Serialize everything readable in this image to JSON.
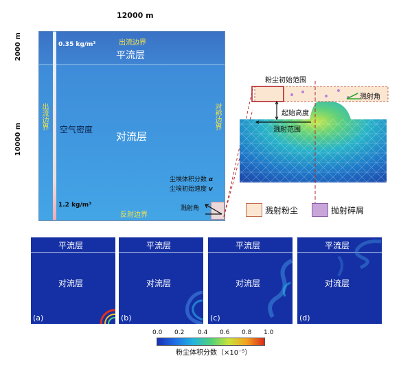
{
  "domain": {
    "width_label": "12000 m",
    "top_height_label": "2000 m",
    "main_height_label": "10000 m",
    "density_top": "0.35 kg/m³",
    "density_bottom": "1.2 kg/m³",
    "outflow_top": "出流边界",
    "stratosphere": "平流层",
    "outflow_left": "出流边界",
    "air_density": "空气密度",
    "troposphere": "对流层",
    "symmetric": "对称边界",
    "dust_volume": "尘埃体积分数",
    "alpha": "α",
    "dust_velocity": "尘埃初始速度",
    "v": "v",
    "reflect": "反射边界",
    "ejecta_angle": "溅射角"
  },
  "crater": {
    "dust_initial_range": "粉尘初始范围",
    "ejecta_angle": "溅射角",
    "initial_height": "起始高度",
    "ejecta_range": "溅射范围"
  },
  "legend": {
    "ejecta_dust": "溅射粉尘",
    "thrown_debris": "抛射碎屑",
    "ejecta_dust_color": "#fbe6d2",
    "thrown_debris_color": "#c9a6d9"
  },
  "panels": [
    {
      "top": "平流层",
      "main": "对流层",
      "tag": "(a)"
    },
    {
      "top": "平流层",
      "main": "对流层",
      "tag": "(b)"
    },
    {
      "top": "平流层",
      "main": "对流层",
      "tag": "(c)"
    },
    {
      "top": "平流层",
      "main": "对流层",
      "tag": "(d)"
    }
  ],
  "colorbar": {
    "ticks": [
      "0.0",
      "0.2",
      "0.4",
      "0.6",
      "0.8",
      "1.0"
    ],
    "title": "粉尘体积分数（×10⁻⁵）",
    "colors": [
      "#1a2fb4",
      "#1f6fe6",
      "#22b4e0",
      "#4fd07a",
      "#c9e23a",
      "#f4a21e",
      "#d92b1a"
    ]
  }
}
